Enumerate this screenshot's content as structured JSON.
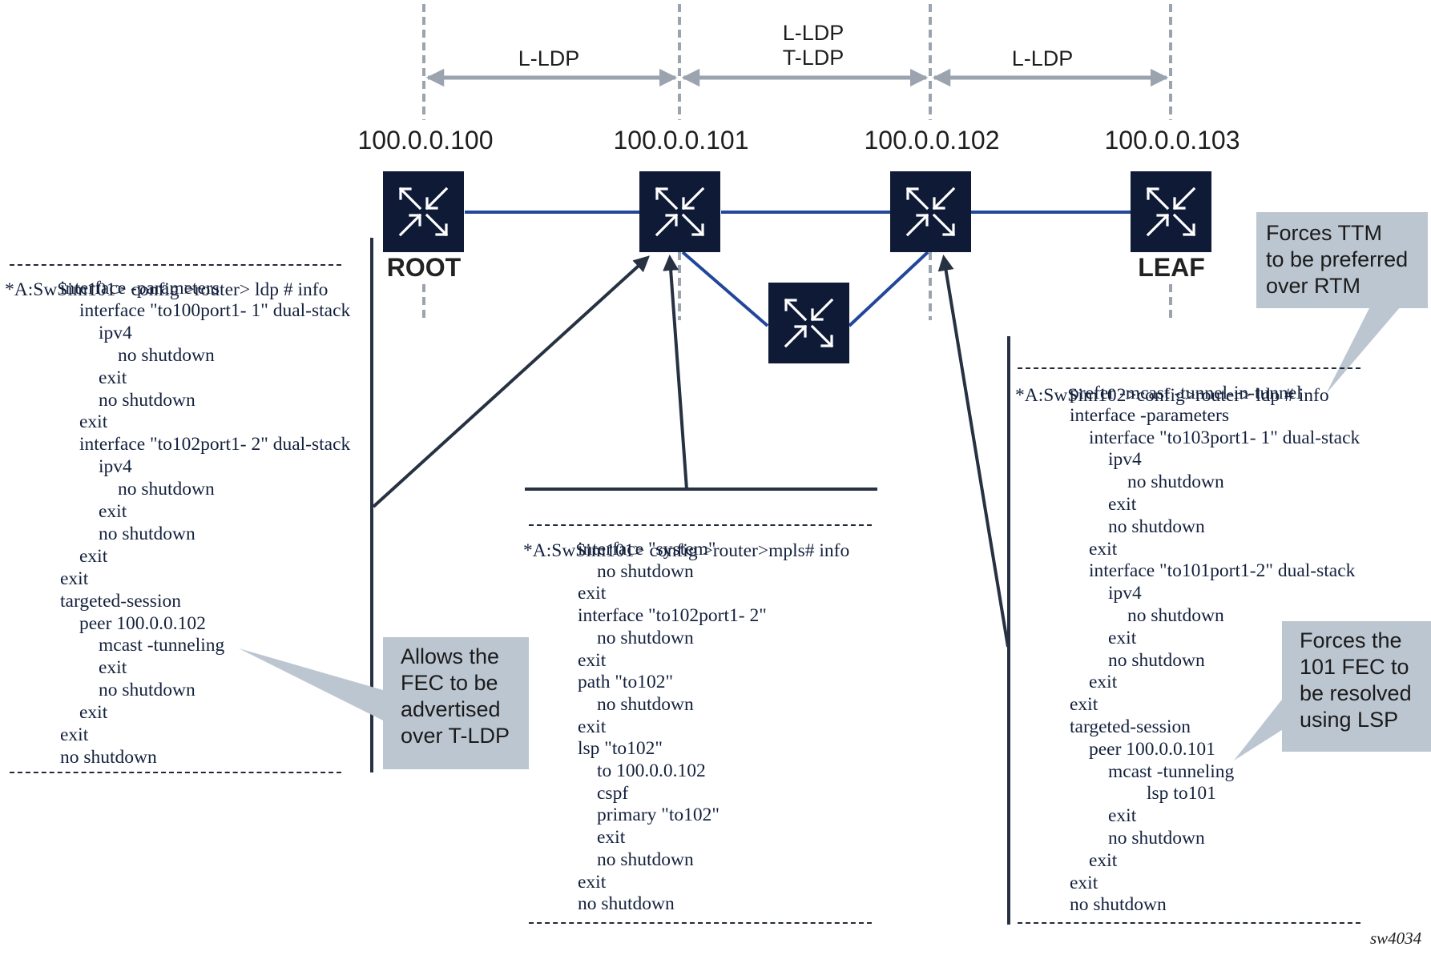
{
  "segments": [
    {
      "label_lines": [
        "L-LDP"
      ]
    },
    {
      "label_lines": [
        "L-LDP",
        "T-LDP"
      ]
    },
    {
      "label_lines": [
        "L-LDP"
      ]
    }
  ],
  "nodes": [
    {
      "ip": "100.0.0.100",
      "role": "ROOT",
      "icon": "router-icon"
    },
    {
      "ip": "100.0.0.101",
      "role": "",
      "icon": "router-icon"
    },
    {
      "ip": "100.0.0.102",
      "role": "",
      "icon": "router-icon"
    },
    {
      "ip": "100.0.0.103",
      "role": "LEAF",
      "icon": "router-icon"
    },
    {
      "ip": "",
      "role": "",
      "icon": "router-icon"
    }
  ],
  "cli_blocks": {
    "sim101_ldp": {
      "header": "*A:SwSim101> config >router> ldp # info",
      "lines": [
        {
          "indent": 1,
          "text": "interface -parameters"
        },
        {
          "indent": 2,
          "text": "interface \"to100port1- 1\" dual-stack"
        },
        {
          "indent": 3,
          "text": "ipv4"
        },
        {
          "indent": 4,
          "text": "no shutdown"
        },
        {
          "indent": 3,
          "text": "exit"
        },
        {
          "indent": 3,
          "text": "no shutdown"
        },
        {
          "indent": 2,
          "text": "exit"
        },
        {
          "indent": 2,
          "text": "interface \"to102port1- 2\" dual-stack"
        },
        {
          "indent": 3,
          "text": "ipv4"
        },
        {
          "indent": 4,
          "text": "no shutdown"
        },
        {
          "indent": 3,
          "text": "exit"
        },
        {
          "indent": 3,
          "text": "no shutdown"
        },
        {
          "indent": 2,
          "text": "exit"
        },
        {
          "indent": 1,
          "text": "exit"
        },
        {
          "indent": 1,
          "text": "targeted-session"
        },
        {
          "indent": 2,
          "text": "peer 100.0.0.102"
        },
        {
          "indent": 3,
          "text": "mcast -tunneling"
        },
        {
          "indent": 3,
          "text": "exit"
        },
        {
          "indent": 3,
          "text": "no shutdown"
        },
        {
          "indent": 2,
          "text": "exit"
        },
        {
          "indent": 1,
          "text": "exit"
        },
        {
          "indent": 1,
          "text": "no shutdown"
        }
      ]
    },
    "sim101_mpls": {
      "header": "*A:SwSim101> config >router>mpls# info",
      "lines": [
        {
          "indent": 1,
          "text": "interface \"system\""
        },
        {
          "indent": 2,
          "text": "no shutdown"
        },
        {
          "indent": 1,
          "text": "exit"
        },
        {
          "indent": 1,
          "text": "interface \"to102port1- 2\""
        },
        {
          "indent": 2,
          "text": "no shutdown"
        },
        {
          "indent": 1,
          "text": "exit"
        },
        {
          "indent": 1,
          "text": "path \"to102\""
        },
        {
          "indent": 2,
          "text": "no shutdown"
        },
        {
          "indent": 1,
          "text": "exit"
        },
        {
          "indent": 1,
          "text": "lsp \"to102\""
        },
        {
          "indent": 2,
          "text": "to 100.0.0.102"
        },
        {
          "indent": 2,
          "text": "cspf"
        },
        {
          "indent": 2,
          "text": "primary \"to102\""
        },
        {
          "indent": 2,
          "text": "exit"
        },
        {
          "indent": 2,
          "text": "no shutdown"
        },
        {
          "indent": 1,
          "text": "exit"
        },
        {
          "indent": 1,
          "text": "no shutdown"
        }
      ]
    },
    "sim102_ldp": {
      "header": "*A:SwSim102>config>router> ldp # info",
      "lines": [
        {
          "indent": 1,
          "text": "prefer -mcast -tunnel-in-tunnel"
        },
        {
          "indent": 1,
          "text": "interface -parameters"
        },
        {
          "indent": 2,
          "text": "interface \"to103port1- 1\" dual-stack"
        },
        {
          "indent": 3,
          "text": "ipv4"
        },
        {
          "indent": 4,
          "text": "no shutdown"
        },
        {
          "indent": 3,
          "text": "exit"
        },
        {
          "indent": 3,
          "text": "no shutdown"
        },
        {
          "indent": 2,
          "text": "exit"
        },
        {
          "indent": 2,
          "text": "interface \"to101port1-2\" dual-stack"
        },
        {
          "indent": 3,
          "text": "ipv4"
        },
        {
          "indent": 4,
          "text": "no shutdown"
        },
        {
          "indent": 3,
          "text": "exit"
        },
        {
          "indent": 3,
          "text": "no shutdown"
        },
        {
          "indent": 2,
          "text": "exit"
        },
        {
          "indent": 1,
          "text": "exit"
        },
        {
          "indent": 1,
          "text": "targeted-session"
        },
        {
          "indent": 2,
          "text": "peer 100.0.0.101"
        },
        {
          "indent": 3,
          "text": "mcast -tunneling"
        },
        {
          "indent": 5,
          "text": "lsp to101"
        },
        {
          "indent": 3,
          "text": "exit"
        },
        {
          "indent": 3,
          "text": "no shutdown"
        },
        {
          "indent": 2,
          "text": "exit"
        },
        {
          "indent": 1,
          "text": "exit"
        },
        {
          "indent": 1,
          "text": "no shutdown"
        }
      ]
    }
  },
  "callouts": {
    "fec_tldp": [
      "Allows the",
      "FEC to be",
      "advertised",
      "over T-LDP"
    ],
    "ttm_rtm": [
      "Forces TTM",
      "to be preferred",
      "over RTM"
    ],
    "fec_lsp": [
      "Forces the",
      "101 FEC to",
      "be resolved",
      "using LSP"
    ]
  },
  "colors": {
    "router_fill": "#0e1a36",
    "link": "#22479a",
    "arrow": "#263142",
    "guide": "#9aa3ae",
    "callout": "#bcc6d1"
  },
  "figure_id": "sw4034"
}
